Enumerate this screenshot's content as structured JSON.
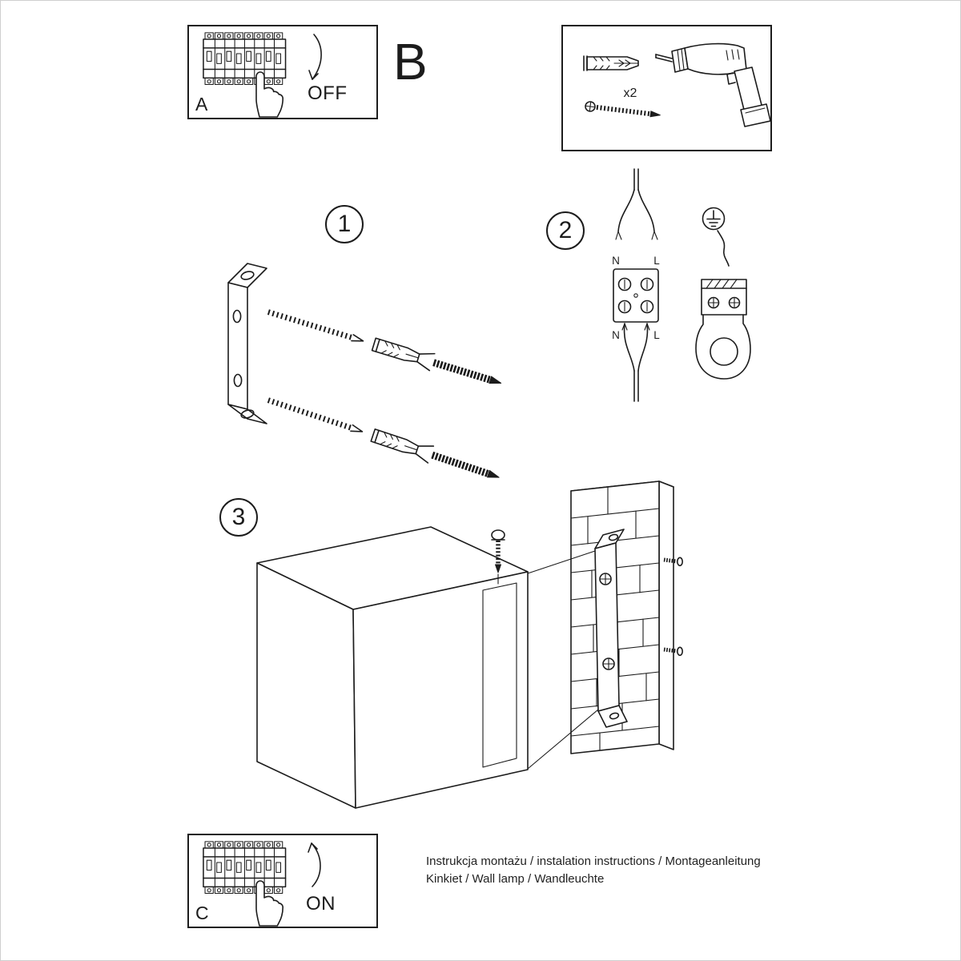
{
  "panels": {
    "a": {
      "label": "A",
      "action": "OFF"
    },
    "b": {
      "label": "B",
      "quantity": "x2"
    },
    "c": {
      "label": "C",
      "action": "ON"
    }
  },
  "steps": {
    "one": {
      "number": "1"
    },
    "two": {
      "number": "2",
      "terminals": {
        "top_left": "N",
        "top_right": "L",
        "bottom_left": "N",
        "bottom_right": "L"
      }
    },
    "three": {
      "number": "3"
    }
  },
  "footer": {
    "line1": "Instrukcja montażu / instalation instructions / Montageanleitung",
    "line2": "Kinkiet / Wall lamp / Wandleuchte"
  },
  "colors": {
    "line": "#1c1c1c",
    "background": "#ffffff"
  }
}
